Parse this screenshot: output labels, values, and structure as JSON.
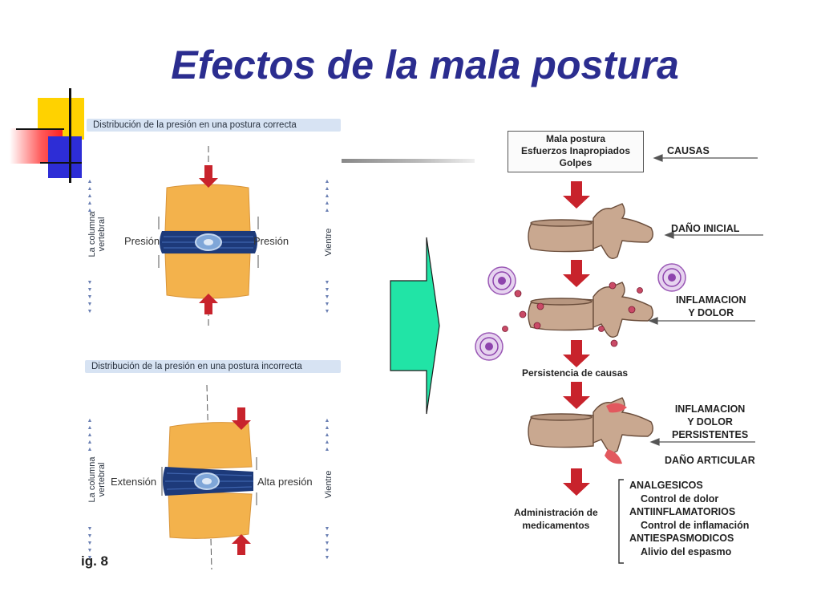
{
  "slide": {
    "title": "Efectos de la mala postura"
  },
  "left_panel": {
    "correct": {
      "header": "Distribución de la presión en una postura correcta",
      "side_left": "La columna vertebral",
      "side_right": "Vientre",
      "label_left": "Presión",
      "label_right": "Presión"
    },
    "incorrect": {
      "header": "Distribución de la presión en una postura incorrecta",
      "side_left": "La columna vertebral",
      "side_right": "Vientre",
      "label_left": "Extensión",
      "label_right": "Alta presión"
    },
    "fig_label": "ig. 8"
  },
  "right_panel": {
    "causes_box": [
      "Mala postura",
      "Esfuerzos Inapropiados",
      "Golpes"
    ],
    "causes_label": "CAUSAS",
    "stage1_label": "DAÑO INICIAL",
    "stage2_label": [
      "INFLAMACION",
      "Y DOLOR"
    ],
    "persistence_label": "Persistencia de causas",
    "stage3_label": [
      "INFLAMACION",
      "Y DOLOR",
      "PERSISTENTES"
    ],
    "stage3_damage": "DAÑO ARTICULAR",
    "admin_label": [
      "Administración de",
      "medicamentos"
    ],
    "medications": [
      "ANALGESICOS",
      "Control de dolor",
      "ANTIINFLAMATORIOS",
      "Control de inflamación",
      "ANTIESPASMODICOS",
      "Alivio del espasmo"
    ]
  },
  "colors": {
    "title": "#2b2d8f",
    "disc_orange": "#f3b24c",
    "disc_blue": "#1d3a7a",
    "arrow_red": "#c8232c",
    "flow_arrow": "#21e4a6",
    "bone": "#c9a890"
  }
}
